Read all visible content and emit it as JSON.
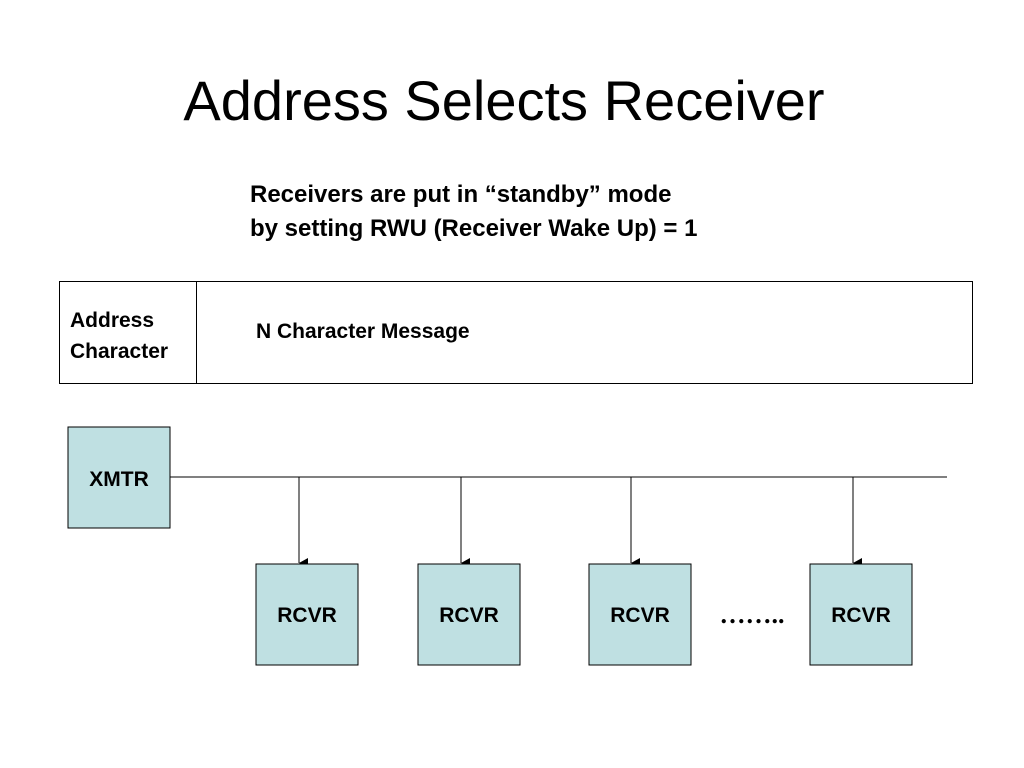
{
  "title": "Address Selects Receiver",
  "subtitle": {
    "line1": "Receivers are put in “standby” mode",
    "line2": "by setting RWU (Receiver Wake Up) = 1"
  },
  "frame": {
    "address_line1": "Address",
    "address_line2": "Character",
    "message": "N Character Message"
  },
  "transmitter": {
    "label": "XMTR"
  },
  "receivers": [
    {
      "label": "RCVR"
    },
    {
      "label": "RCVR"
    },
    {
      "label": "RCVR"
    },
    {
      "label": "RCVR"
    }
  ],
  "ellipsis": "……..",
  "colors": {
    "box_fill": "#bfe0e2",
    "stroke": "#000000"
  }
}
